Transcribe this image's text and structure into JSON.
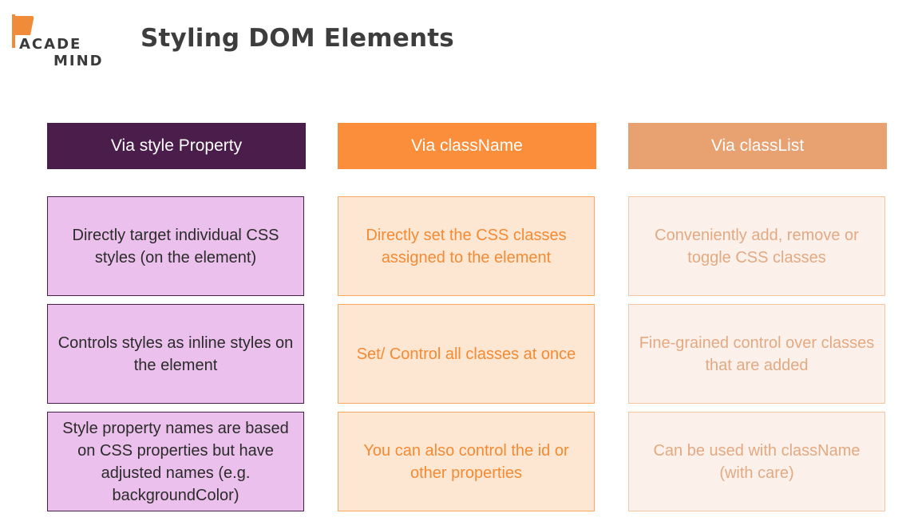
{
  "logo": {
    "line1": "ACADE",
    "line2": "MIND"
  },
  "title": "Styling DOM Elements",
  "columns": [
    {
      "header": "Via style Property",
      "rows": [
        "Directly target individual CSS styles (on the element)",
        "Controls styles as inline styles on the element",
        "Style property names are based on CSS properties but have adjusted names (e.g. backgroundColor)"
      ]
    },
    {
      "header": "Via className",
      "rows": [
        "Directly set the CSS classes assigned to the element",
        "Set/ Control all classes at once",
        "You can also control the id or other properties"
      ]
    },
    {
      "header": "Via classList",
      "rows": [
        "Conveniently add, remove or toggle CSS classes",
        "Fine-grained control over classes that are added",
        "Can be used with className (with care)"
      ]
    }
  ],
  "colors": {
    "col1_header": "#4a1d4a",
    "col1_cell": "#ebc0ec",
    "col2_header": "#fb8e3a",
    "col2_cell": "#fde7d2",
    "col3_header": "#e8a170",
    "col3_cell": "#fcf1ea",
    "logo_flag": "#f08b3a"
  }
}
